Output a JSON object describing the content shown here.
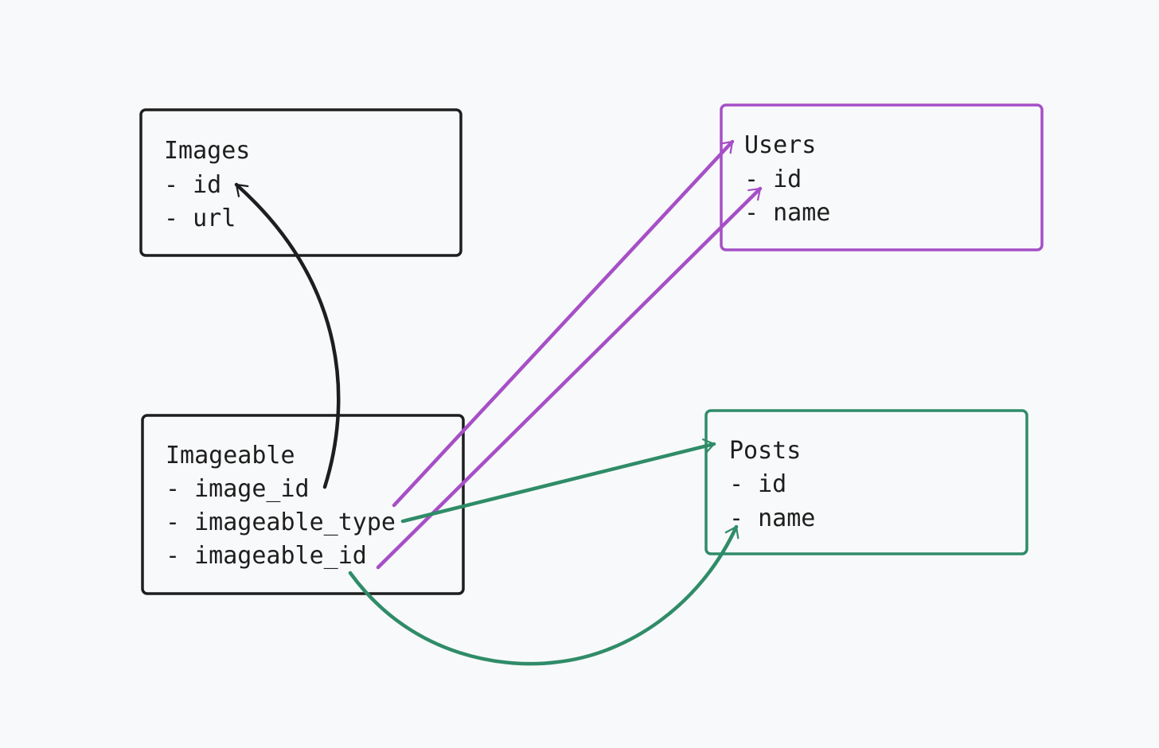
{
  "colors": {
    "background": "#f8f9fa",
    "black": "#1e1e1e",
    "purple": "#a64fc7",
    "green": "#2f8c68"
  },
  "tables": {
    "images": {
      "title": "Images",
      "fields": [
        "- id",
        "- url"
      ]
    },
    "imageable": {
      "title": "Imageable",
      "fields": [
        "- image_id",
        "- imageable_type",
        "- imageable_id"
      ]
    },
    "users": {
      "title": "Users",
      "fields": [
        "- id",
        "- name"
      ]
    },
    "posts": {
      "title": "Posts",
      "fields": [
        "- id",
        "- name"
      ]
    }
  }
}
